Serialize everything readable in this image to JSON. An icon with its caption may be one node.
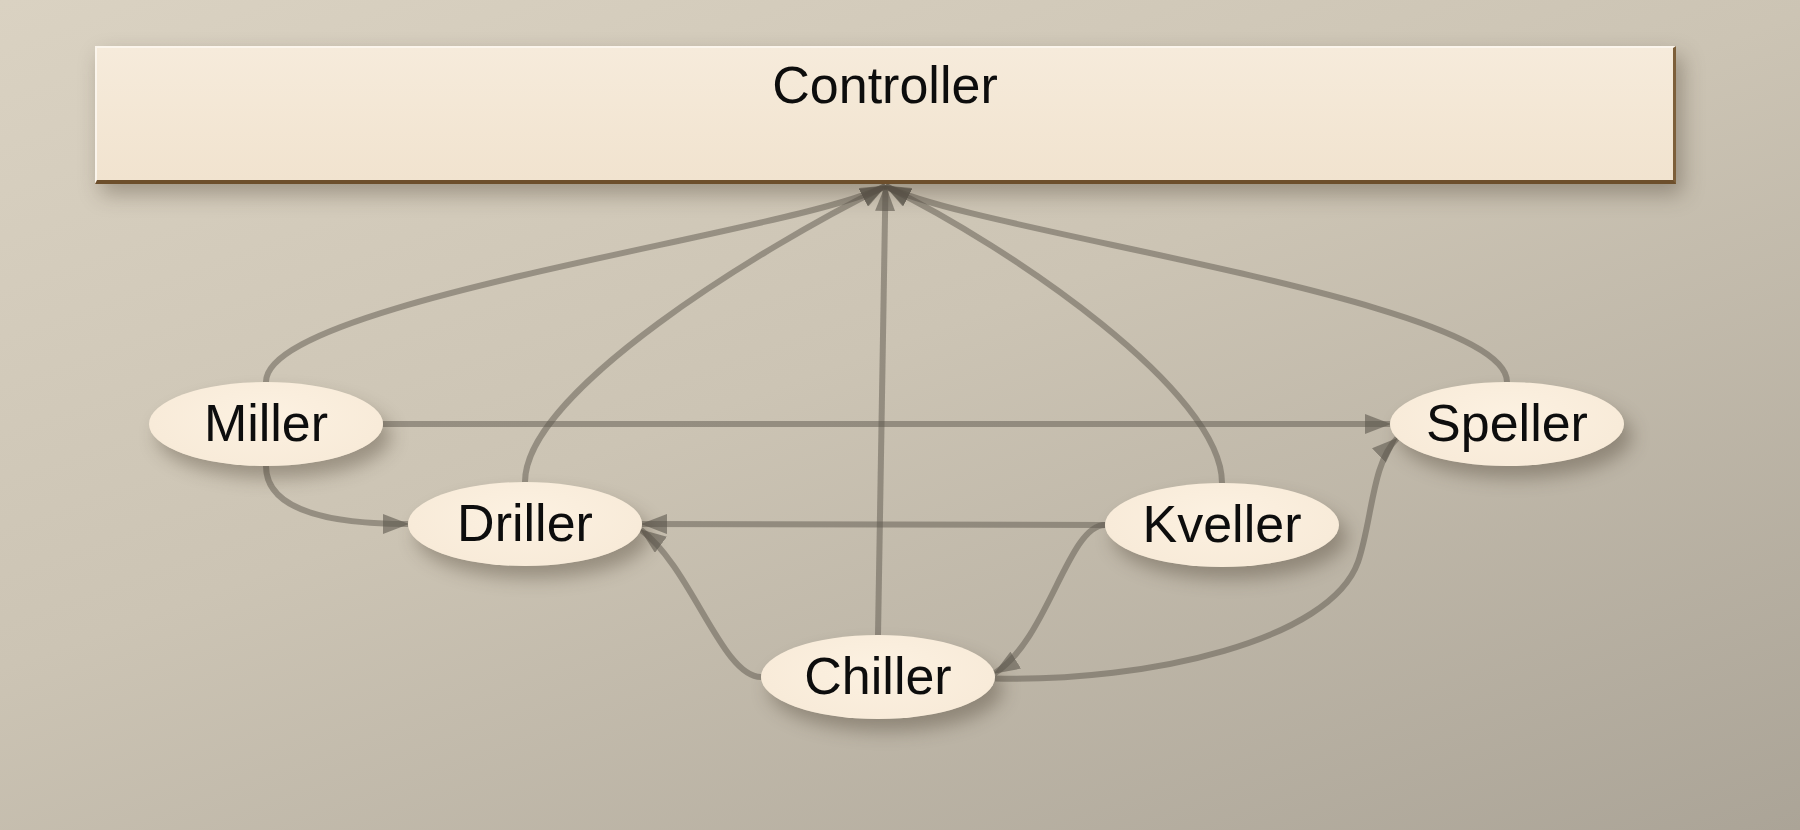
{
  "diagram": {
    "nodes": [
      {
        "text": [
          "Controller"
        ]
      },
      {
        "text": [
          "Miller"
        ]
      },
      {
        "text": [
          "Speller"
        ]
      },
      {
        "text": [
          "Driller"
        ]
      },
      {
        "text": [
          "Kveller"
        ]
      },
      {
        "text": [
          "Chiller"
        ]
      }
    ],
    "edges": [
      {
        "from": 1,
        "to": 0,
        "arrow": "to"
      },
      {
        "from": 3,
        "to": 0,
        "arrow": "to"
      },
      {
        "from": 5,
        "to": 0,
        "arrow": "to"
      },
      {
        "from": 4,
        "to": 0,
        "arrow": "to"
      },
      {
        "from": 2,
        "to": 0,
        "arrow": "to"
      },
      {
        "from": 1,
        "to": 2,
        "arrow": "to"
      },
      {
        "from": 1,
        "to": 3,
        "arrow": "to"
      },
      {
        "from": 4,
        "to": 3,
        "arrow": "to"
      },
      {
        "from": 5,
        "to": 3,
        "arrow": "to"
      },
      {
        "from": 4,
        "to": 5,
        "arrow": "to"
      },
      {
        "from": 5,
        "to": 2,
        "arrow": "to"
      }
    ]
  }
}
